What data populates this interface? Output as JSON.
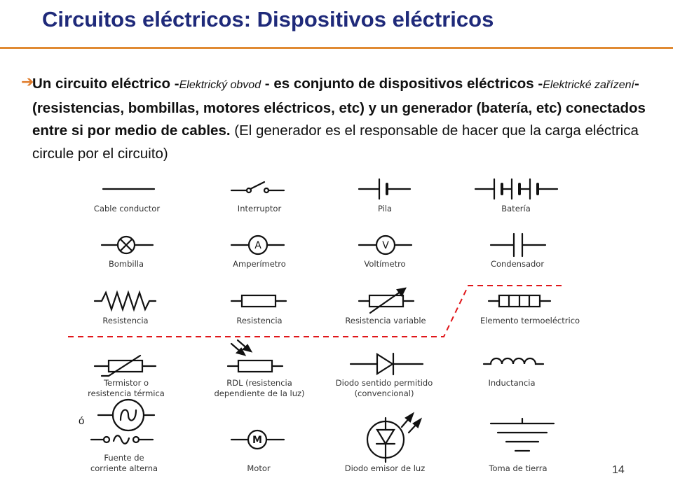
{
  "slide": {
    "title": "Circuitos eléctricos: Dispositivos eléctricos",
    "page_number": "14",
    "alt_or": "ó"
  },
  "body": {
    "p1": "Un circuito eléctrico -",
    "p2": "Elektrický obvod",
    "p3": " - es conjunto de dispositivos eléctricos -",
    "p4": "Elektrické zařízení",
    "p5": "- (resistencias, bombillas, motores eléctricos, etc) y un generador (batería, etc) conectados entre si por medio de cables.",
    "p6": " (El generador es el responsable de hacer que la carga eléctrica circule por el circuito)"
  },
  "symbols": {
    "cable": "Cable conductor",
    "interruptor": "Interruptor",
    "pila": "Pila",
    "bateria": "Batería",
    "bombilla": "Bombilla",
    "amperimetro": "Amperímetro",
    "voltimetro": "Voltímetro",
    "condensador": "Condensador",
    "resistencia1": "Resistencia",
    "resistencia2": "Resistencia",
    "resistencia_variable": "Resistencia variable",
    "termoelectrico": "Elemento termoeléctrico",
    "termistor_l1": "Termistor o",
    "termistor_l2": "resistencia térmica",
    "rdl_l1": "RDL (resistencia",
    "rdl_l2": "dependiente de la luz)",
    "diodo_l1": "Diodo sentido permitido",
    "diodo_l2": "(convencional)",
    "inductancia": "Inductancia",
    "fuente_l1": "Fuente de",
    "fuente_l2": "corriente alterna",
    "motor": "Motor",
    "led": "Diodo emisor de luz",
    "tierra": "Toma de tierra",
    "ammeter_letter": "A",
    "voltmeter_letter": "V",
    "motor_letter": "M"
  }
}
